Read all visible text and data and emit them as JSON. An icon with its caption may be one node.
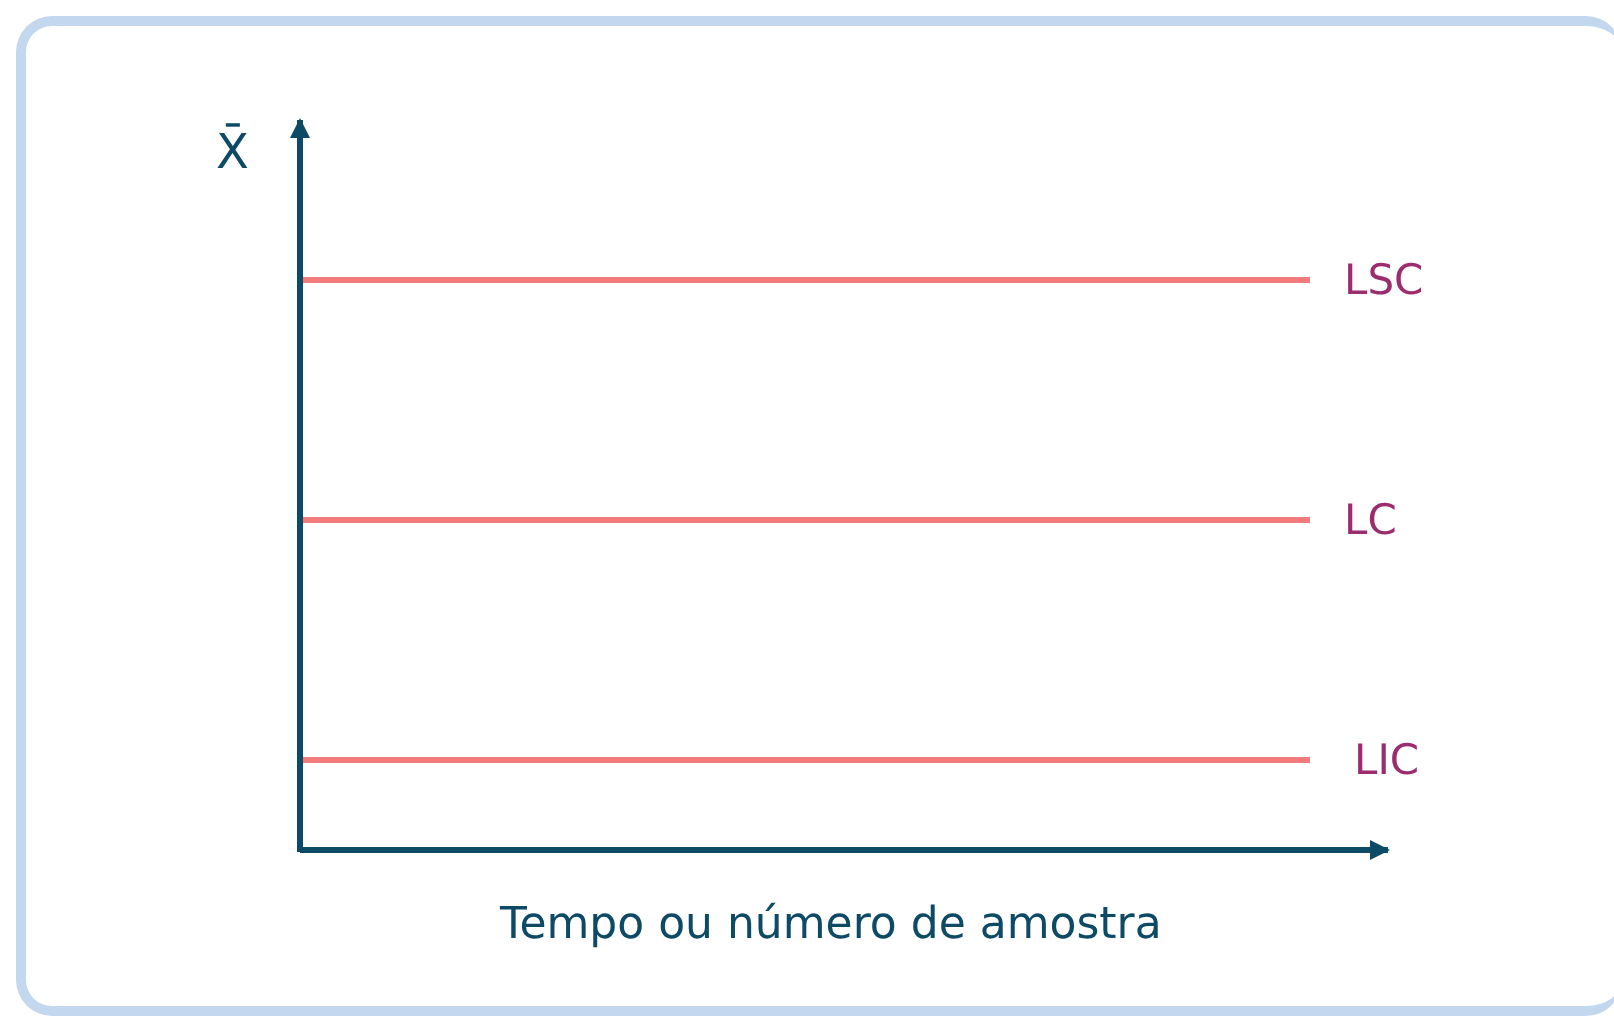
{
  "diagram": {
    "labels": [
      "X̄",
      "LSC",
      "LC",
      "LIC",
      "Tempo ou número de amostra"
    ]
  }
}
